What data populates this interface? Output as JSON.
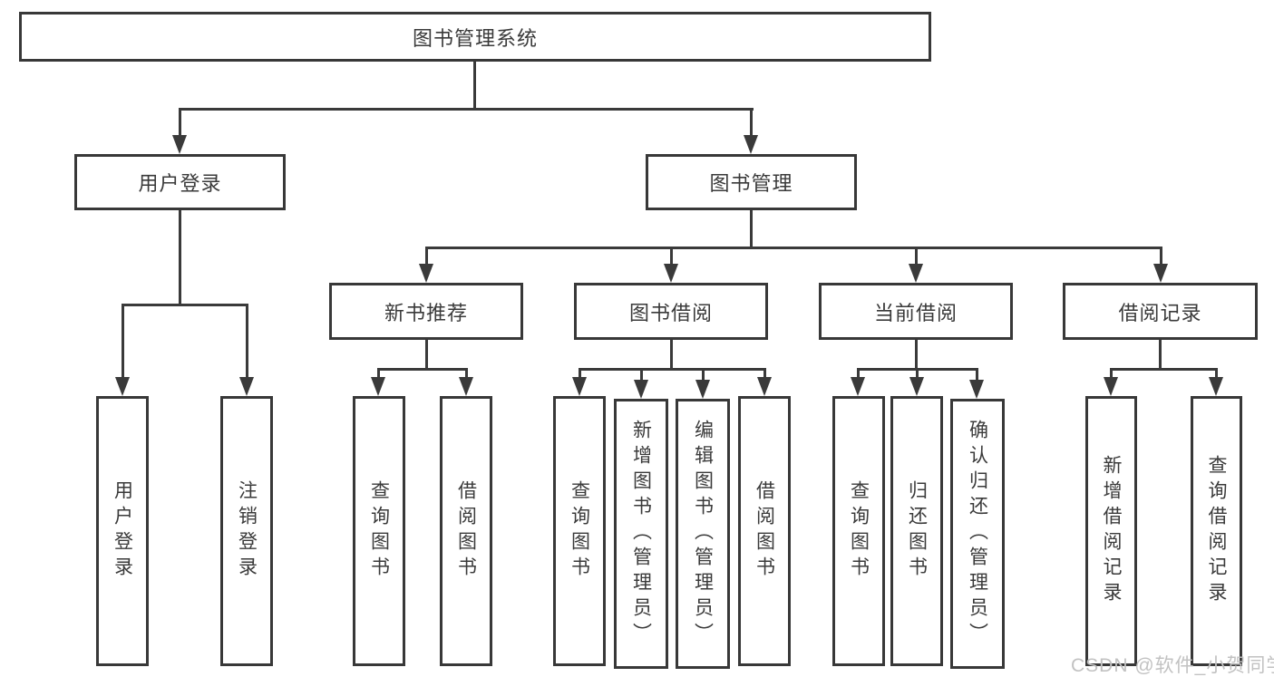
{
  "colors": {
    "line": "#3a3a3a",
    "box_border": "#383838",
    "box_background": "#ffffff",
    "text": "#3a3a3a",
    "watermark": "#c2c2c2"
  },
  "watermark": {
    "text": "CSDN @软件_小贺同学"
  },
  "tree": {
    "root": {
      "label": "图书管理系统",
      "children": [
        {
          "label": "用户登录",
          "children": [
            {
              "label": "用户登录"
            },
            {
              "label": "注销登录"
            }
          ]
        },
        {
          "label": "图书管理",
          "children": [
            {
              "label": "新书推荐",
              "children": [
                {
                  "label": "查询图书"
                },
                {
                  "label": "借阅图书"
                }
              ]
            },
            {
              "label": "图书借阅",
              "children": [
                {
                  "label": "查询图书"
                },
                {
                  "label": "新增图书（管理员）"
                },
                {
                  "label": "编辑图书（管理员）"
                },
                {
                  "label": "借阅图书"
                }
              ]
            },
            {
              "label": "当前借阅",
              "children": [
                {
                  "label": "查询图书"
                },
                {
                  "label": "归还图书"
                },
                {
                  "label": "确认归还（管理员）"
                }
              ]
            },
            {
              "label": "借阅记录",
              "children": [
                {
                  "label": "新增借阅记录"
                },
                {
                  "label": "查询借阅记录"
                }
              ]
            }
          ]
        }
      ]
    }
  }
}
